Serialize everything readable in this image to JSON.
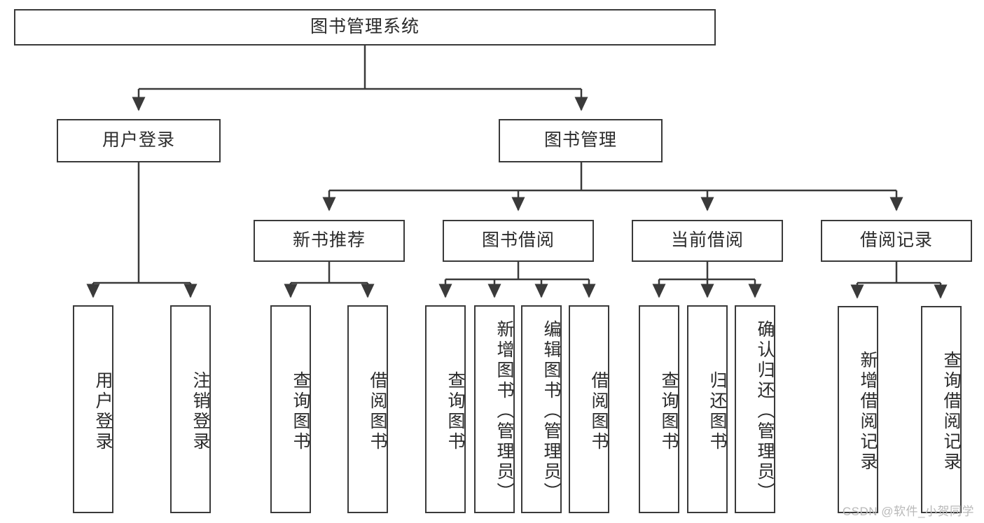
{
  "diagram": {
    "type": "tree-hierarchy",
    "title": "图书管理系统",
    "watermark": "CSDN @软件_小贺同学",
    "colors": {
      "stroke": "#3a3a3a",
      "fill": "#ffffff",
      "text": "#2b2b2b",
      "watermark": "#b9b9b9"
    },
    "nodes": {
      "root": {
        "label": "图书管理系统"
      },
      "level2": [
        {
          "id": "user-login",
          "label": "用户登录"
        },
        {
          "id": "book-manage",
          "label": "图书管理"
        }
      ],
      "level3": [
        {
          "id": "new-book-recommend",
          "label": "新书推荐"
        },
        {
          "id": "book-borrow",
          "label": "图书借阅"
        },
        {
          "id": "current-borrow",
          "label": "当前借阅"
        },
        {
          "id": "borrow-record",
          "label": "借阅记录"
        }
      ],
      "leaves": {
        "user-login": [
          {
            "id": "leaf-user-login",
            "label": "用户登录"
          },
          {
            "id": "leaf-user-logout",
            "label": "注销登录"
          }
        ],
        "new-book-recommend": [
          {
            "id": "leaf-query-book-1",
            "label": "查询图书"
          },
          {
            "id": "leaf-borrow-book-1",
            "label": "借阅图书"
          }
        ],
        "book-borrow": [
          {
            "id": "leaf-query-book-2",
            "label": "查询图书"
          },
          {
            "id": "leaf-add-book",
            "label": "新增图书（管理员）"
          },
          {
            "id": "leaf-edit-book",
            "label": "编辑图书（管理员）"
          },
          {
            "id": "leaf-borrow-book-2",
            "label": "借阅图书"
          }
        ],
        "current-borrow": [
          {
            "id": "leaf-query-book-3",
            "label": "查询图书"
          },
          {
            "id": "leaf-return-book",
            "label": "归还图书"
          },
          {
            "id": "leaf-confirm-return",
            "label": "确认归还（管理员）"
          }
        ],
        "borrow-record": [
          {
            "id": "leaf-add-record",
            "label": "新增借阅记录"
          },
          {
            "id": "leaf-query-record",
            "label": "查询借阅记录"
          }
        ]
      }
    }
  }
}
